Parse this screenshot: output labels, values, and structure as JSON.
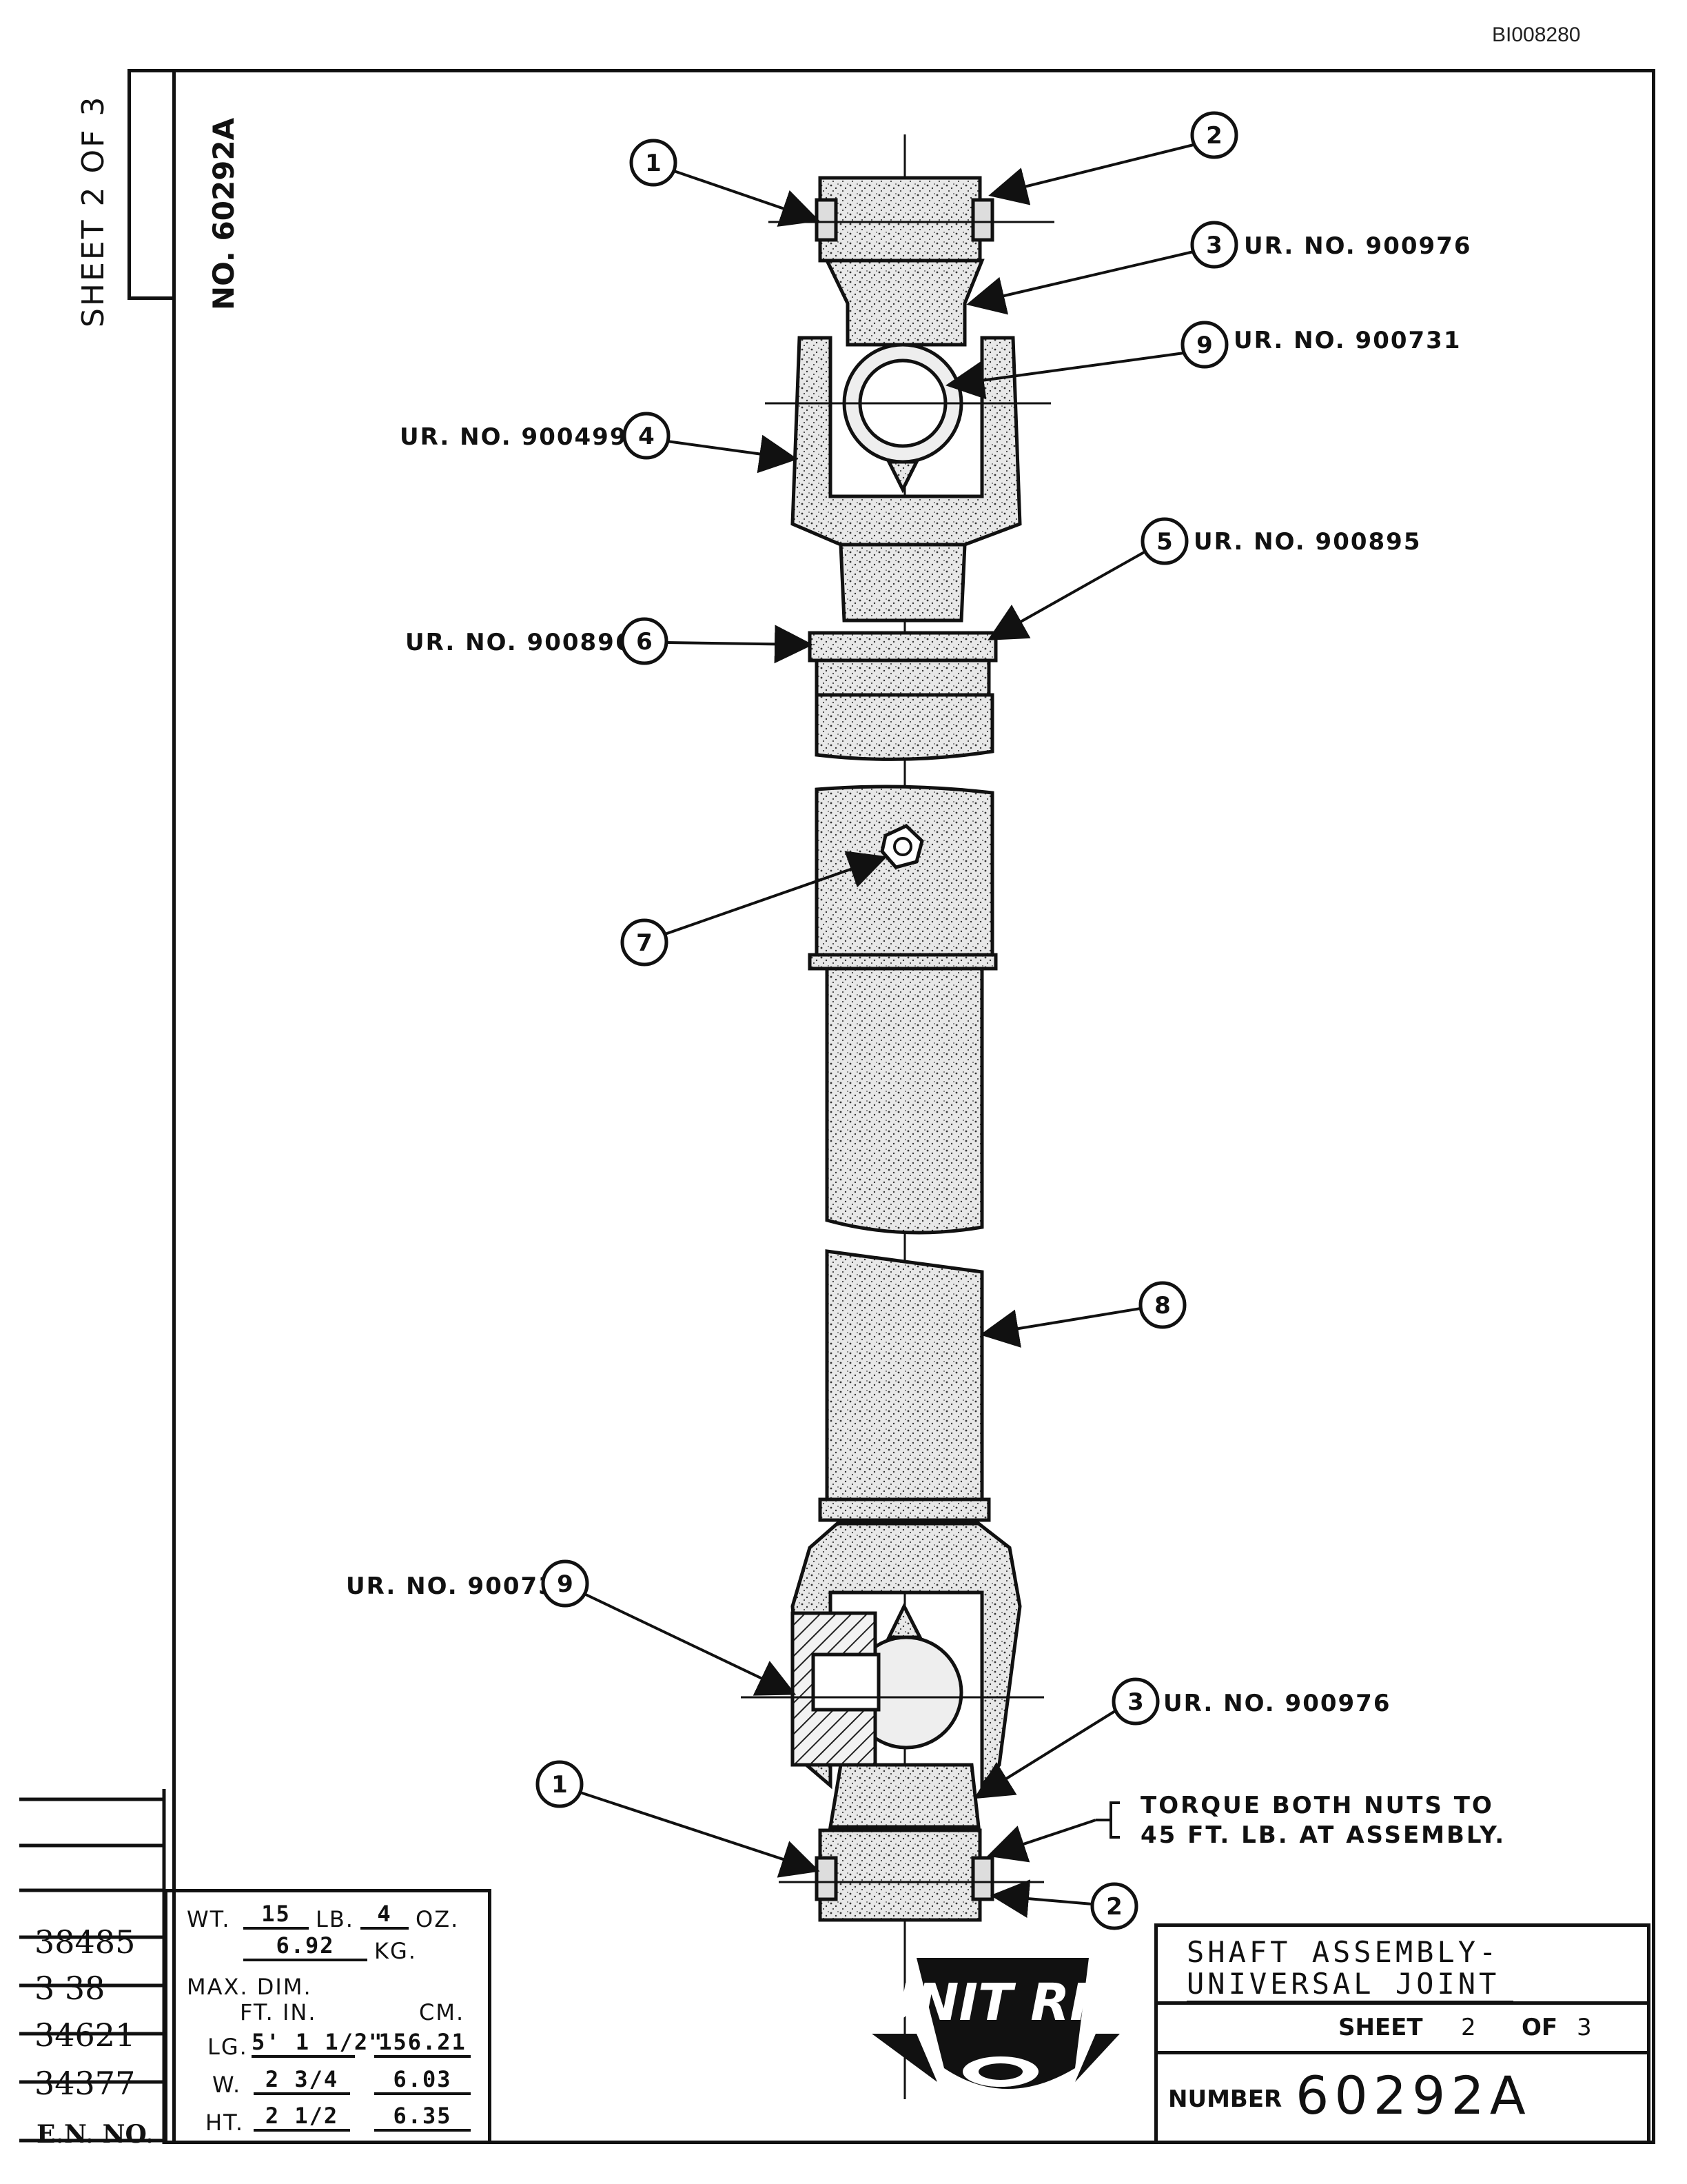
{
  "document_id": "BI008280",
  "side_label": {
    "sheet": "SHEET 2 OF 3",
    "number": "NO. 60292A"
  },
  "callouts": [
    {
      "num": "1",
      "label": ""
    },
    {
      "num": "2",
      "label": ""
    },
    {
      "num": "3",
      "label": "UR. NO. 900976"
    },
    {
      "num": "9",
      "label": "UR. NO. 900731"
    },
    {
      "num": "4",
      "label": "UR. NO. 900499"
    },
    {
      "num": "5",
      "label": "UR. NO. 900895"
    },
    {
      "num": "6",
      "label": "UR. NO. 900896"
    },
    {
      "num": "7",
      "label": ""
    },
    {
      "num": "8",
      "label": ""
    },
    {
      "num": "9",
      "label": "UR. NO. 900731"
    },
    {
      "num": "3",
      "label": "UR. NO. 900976"
    },
    {
      "num": "1",
      "label": ""
    },
    {
      "num": "2",
      "label": ""
    }
  ],
  "torque_note": {
    "line1": "TORQUE BOTH NUTS TO",
    "line2": "45 FT. LB. AT ASSEMBLY."
  },
  "en_numbers": {
    "rows": [
      "38485",
      "3  38",
      "34621",
      "34377"
    ],
    "header": "E.N. NO."
  },
  "specs": {
    "wt_label": "WT.",
    "wt_lb": "15",
    "lb_label": "LB.",
    "wt_oz": "4",
    "oz_label": "OZ.",
    "wt_kg": "6.92",
    "kg_label": "KG.",
    "max_dim": "MAX. DIM.",
    "ft_in": "FT. IN.",
    "cm": "CM.",
    "lg_label": "LG.",
    "lg_ftin": "5' 1 1/2\"",
    "lg_cm": "156.21",
    "w_label": "W.",
    "w_ftin": "2 3/4",
    "w_cm": "6.03",
    "ht_label": "HT.",
    "ht_ftin": "2 1/2",
    "ht_cm": "6.35"
  },
  "title_block": {
    "title_line1": "SHAFT ASSEMBLY-",
    "title_line2": "UNIVERSAL JOINT",
    "sheet_label": "SHEET",
    "sheet_num": "2",
    "of_label": "OF",
    "sheet_total": "3",
    "number_label": "NUMBER",
    "number": "60292A"
  },
  "logo": {
    "text": "UNIT RIG"
  },
  "colors": {
    "ink": "#111111",
    "paper": "#ffffff",
    "stipple": "#555555"
  }
}
